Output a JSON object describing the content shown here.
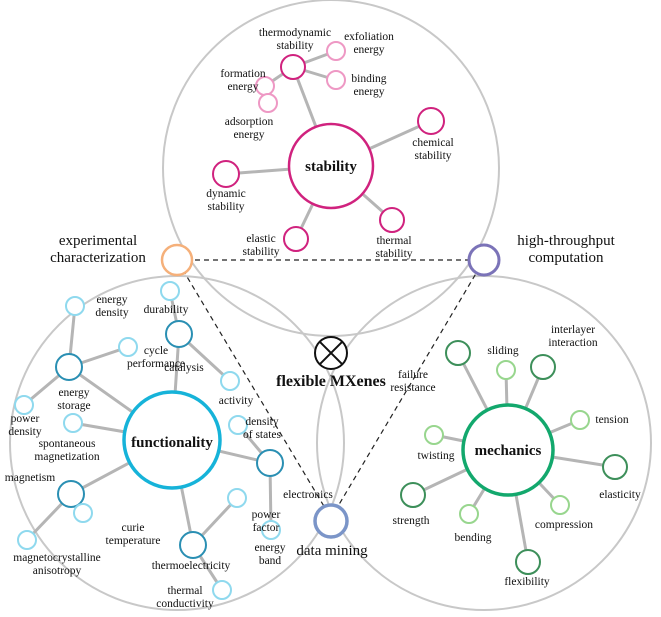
{
  "colors": {
    "region_circle": "#c8c8c8",
    "edge": "#b5b5b5",
    "dashed": "#222222",
    "stability": "#d0227e",
    "stability_light": "#ee98c4",
    "functionality": "#16b3d9",
    "functionality_mid": "#2a8fb3",
    "functionality_light": "#8fd9ee",
    "mechanics": "#13a86d",
    "mechanics_dark": "#3d8f5a",
    "mechanics_light": "#98d68e",
    "experimental": "#f5b07a",
    "computation": "#7b73b8",
    "data_mining": "#7b95c8",
    "center": "#111111"
  },
  "center": {
    "label": "flexible MXenes"
  },
  "corners": {
    "experimental": [
      "experimental",
      "characterization"
    ],
    "computation": [
      "high-throughput",
      "computation"
    ],
    "data_mining": [
      "data mining"
    ]
  },
  "stability": {
    "label": "stability",
    "nodes": {
      "thermodynamic": [
        "thermodynamic",
        "stability"
      ],
      "exfoliation": [
        "exfoliation",
        "energy"
      ],
      "formation": [
        "formation",
        "energy"
      ],
      "binding": [
        "binding",
        "energy"
      ],
      "adsorption": [
        "adsorption",
        "energy"
      ],
      "chemical": [
        "chemical",
        "stability"
      ],
      "dynamic": [
        "dynamic",
        "stability"
      ],
      "elastic": [
        "elastic",
        "stability"
      ],
      "thermal": [
        "thermal",
        "stability"
      ]
    }
  },
  "functionality": {
    "label": "functionality",
    "nodes": {
      "energy_density": [
        "energy",
        "density"
      ],
      "durability": [
        "durability"
      ],
      "cycle_performance": [
        "cycle",
        "performance"
      ],
      "catalysis": [
        "catalysis"
      ],
      "energy_storage": [
        "energy",
        "storage"
      ],
      "activity": [
        "activity"
      ],
      "power_density": [
        "power",
        "density"
      ],
      "spontaneous_magnetization": [
        "spontaneous",
        "magnetization"
      ],
      "density_of_states": [
        "density",
        "of states"
      ],
      "magnetism": [
        "magnetism"
      ],
      "electronics": [
        "electronics"
      ],
      "power_factor": [
        "power",
        "factor"
      ],
      "curie_temperature": [
        "curie",
        "temperature"
      ],
      "energy_band": [
        "energy",
        "band"
      ],
      "magnetocrystalline_anisotropy": [
        "magnetocrystalline",
        "anisotropy"
      ],
      "thermoelectricity": [
        "thermoelectricity"
      ],
      "thermal_conductivity": [
        "thermal",
        "conductivity"
      ]
    }
  },
  "mechanics": {
    "label": "mechanics",
    "nodes": {
      "interlayer_interaction": [
        "interlayer",
        "interaction"
      ],
      "sliding": [
        "sliding"
      ],
      "failure_resistance": [
        "failure",
        "resistance"
      ],
      "tension": [
        "tension"
      ],
      "twisting": [
        "twisting"
      ],
      "elasticity": [
        "elasticity"
      ],
      "strength": [
        "strength"
      ],
      "compression": [
        "compression"
      ],
      "bending": [
        "bending"
      ],
      "flexibility": [
        "flexibility"
      ]
    }
  }
}
